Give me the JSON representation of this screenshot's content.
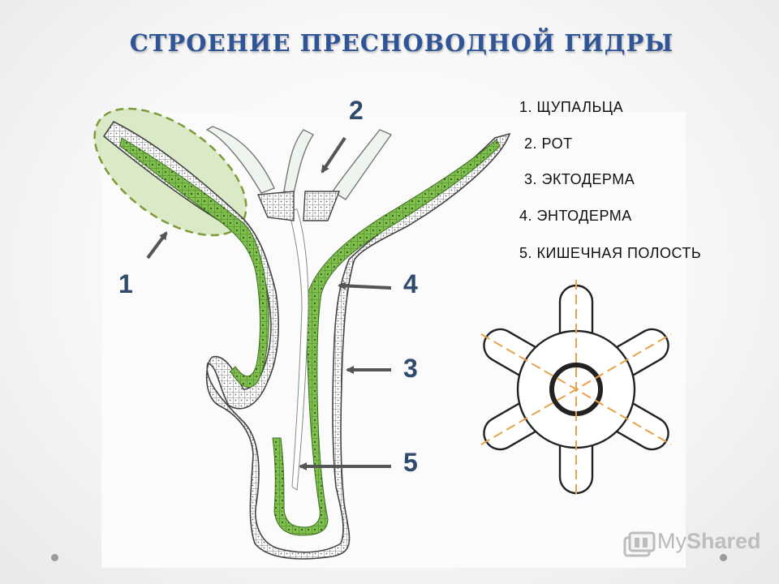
{
  "title": "СТРОЕНИЕ  ПРЕСНОВОДНОЙ  ГИДРЫ",
  "legend": [
    "1. ЩУПАЛЬЦА",
    "2. РОТ",
    "3. ЭКТОДЕРМА",
    "4. ЭНТОДЕРМА",
    "5. КИШЕЧНАЯ ПОЛОСТЬ"
  ],
  "labels": {
    "tentacle": "1",
    "mouth": "2",
    "ectoderm": "3",
    "endoderm": "4",
    "gastric_cavity": "5"
  },
  "watermark": {
    "prefix": "My",
    "suffix": "Shared"
  },
  "colors": {
    "title": "#2f5597",
    "label": "#2f4a6f",
    "ectoderm": "#ffffff",
    "endoderm": "#7fbf4d",
    "highlight": "#cfe3b4",
    "highlight_border": "#7e9b38",
    "arrow": "#555555",
    "cross_section": "#222222",
    "axis_dash": "#e8a24a"
  },
  "icons": [
    "arrow-icon",
    "dashed-ellipse",
    "cross-section-icon",
    "slide-icon"
  ]
}
